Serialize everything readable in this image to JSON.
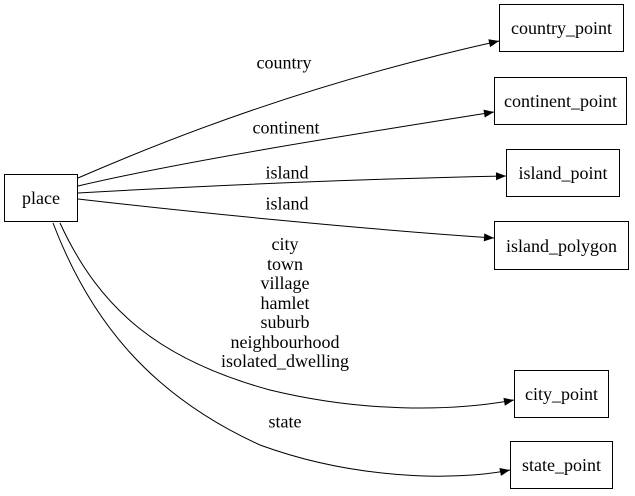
{
  "diagram": {
    "type": "directed-graph",
    "colors": {
      "background": "#ffffff",
      "node_fill": "#ffffff",
      "node_border": "#000000",
      "edge": "#000000",
      "text": "#000000"
    },
    "nodes": [
      {
        "id": "place",
        "label": "place"
      },
      {
        "id": "country_point",
        "label": "country_point"
      },
      {
        "id": "continent_point",
        "label": "continent_point"
      },
      {
        "id": "island_point",
        "label": "island_point"
      },
      {
        "id": "island_polygon",
        "label": "island_polygon"
      },
      {
        "id": "city_point",
        "label": "city_point"
      },
      {
        "id": "state_point",
        "label": "state_point"
      }
    ],
    "edges": [
      {
        "from": "place",
        "to": "country_point",
        "label": "country"
      },
      {
        "from": "place",
        "to": "continent_point",
        "label": "continent"
      },
      {
        "from": "place",
        "to": "island_point",
        "label": "island"
      },
      {
        "from": "place",
        "to": "island_polygon",
        "label": "island"
      },
      {
        "from": "place",
        "to": "city_point",
        "label_lines": [
          "city",
          "town",
          "village",
          "hamlet",
          "suburb",
          "neighbourhood",
          "isolated_dwelling"
        ]
      },
      {
        "from": "place",
        "to": "state_point",
        "label": "state"
      }
    ]
  }
}
